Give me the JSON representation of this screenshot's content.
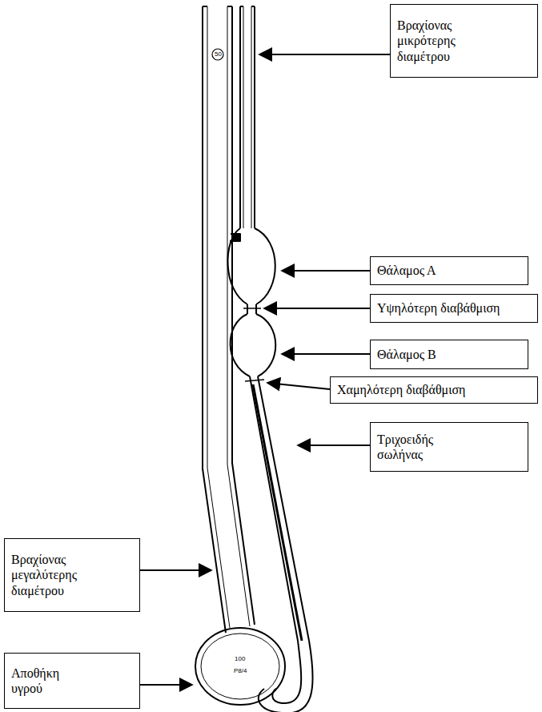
{
  "diagram": {
    "nodes": [
      {
        "text": [
          "Βραχίονας μικρότερης διαμέτρου"
        ]
      },
      {
        "text": [
          "Θάλαμος Α"
        ]
      },
      {
        "text": [
          "Υψηλότερη διαβάθμιση"
        ]
      },
      {
        "text": [
          "Θάλαμος Β"
        ]
      },
      {
        "text": [
          "Χαμηλότερη διαβάθμιση"
        ]
      },
      {
        "text": [
          "Τριχοειδής σωλήνας"
        ]
      },
      {
        "text": [
          "Βραχίονας μεγαλύτερης διαμέτρου"
        ]
      },
      {
        "text": [
          "Αποθήκη υγρού"
        ]
      }
    ],
    "labels": [
      "50",
      "100",
      "P8/4"
    ]
  }
}
